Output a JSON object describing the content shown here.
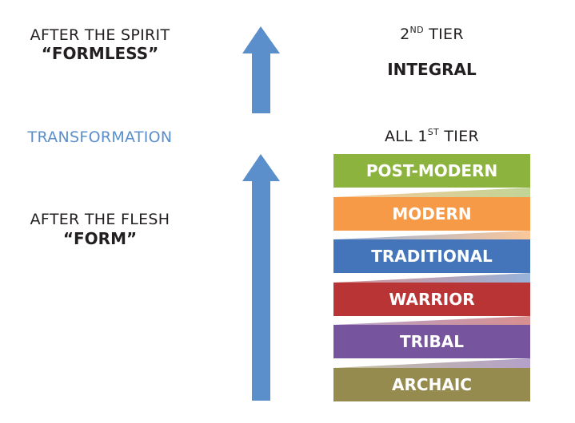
{
  "left": {
    "spirit_line1": "AFTER THE SPIRIT",
    "spirit_line2": "“FORMLESS”",
    "transformation": "TRANSFORMATION",
    "flesh_line1": "AFTER THE FLESH",
    "flesh_line2": "“FORM”"
  },
  "right": {
    "tier2_num": "2",
    "tier2_sup": "ND",
    "tier2_word": " TIER",
    "integral": "INTEGRAL",
    "tier1_pre": "ALL 1",
    "tier1_sup": "ST",
    "tier1_word": " TIER"
  },
  "stages": [
    {
      "label": "POST-MODERN",
      "color": "#8db33f"
    },
    {
      "label": "MODERN",
      "color": "#f79a48"
    },
    {
      "label": "TRADITIONAL",
      "color": "#4475bb"
    },
    {
      "label": "WARRIOR",
      "color": "#b93434"
    },
    {
      "label": "TRIBAL",
      "color": "#76549e"
    },
    {
      "label": "ARCHAIC",
      "color": "#968b4f"
    }
  ],
  "colors": {
    "arrow": "#5b8fcb",
    "transformation": "#5b8fcb"
  }
}
